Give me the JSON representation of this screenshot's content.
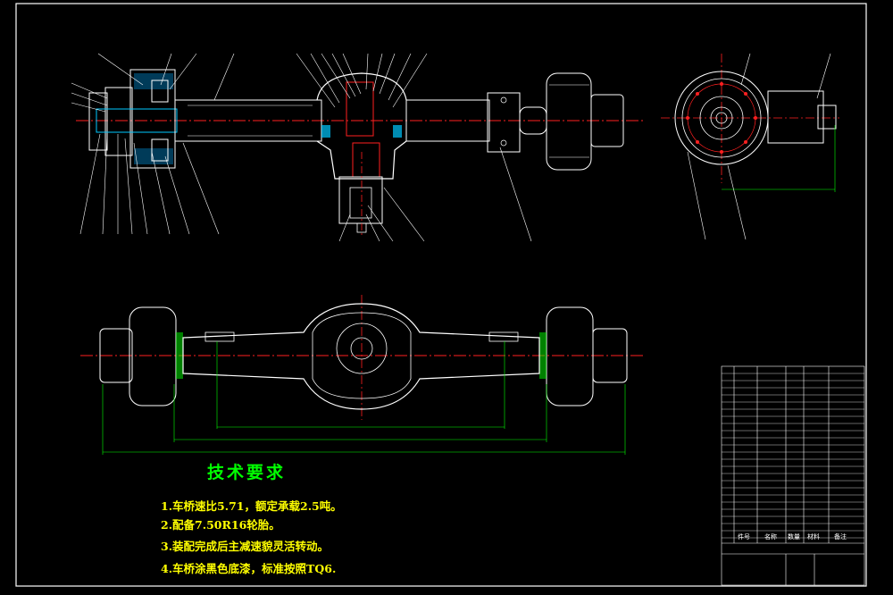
{
  "requirements": {
    "title": "技术要求",
    "items": [
      "1.车桥速比5.71，额定承载2.5吨。",
      "2.配备7.50R16轮胎。",
      "3.装配完成后主减速貌灵活转动。",
      "4.车桥涂黑色底漆，标准按照TQ6."
    ]
  },
  "title_block": {
    "bottom_labels": [
      "件号",
      "名称",
      "数量",
      "材料",
      "备注"
    ]
  },
  "colors": {
    "background": "#000000",
    "frame": "#ffffff",
    "outline": "#ffffff",
    "centerline": "#ff2020",
    "dimension": "#00ff00",
    "hidden": "#ffff00",
    "section": "#00c8ff",
    "leader": "#ffffff"
  }
}
